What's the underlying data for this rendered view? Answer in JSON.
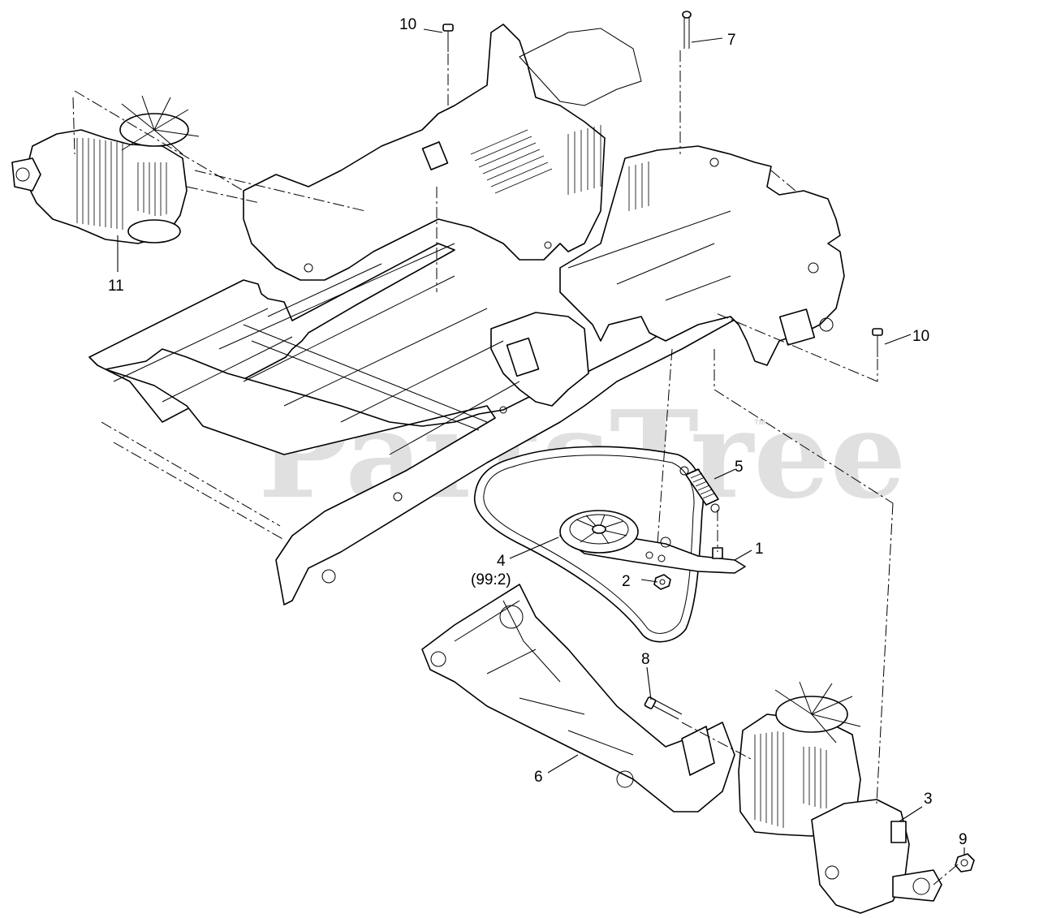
{
  "watermark": {
    "text": "PartsTree",
    "trademark": "™"
  },
  "callouts": {
    "c1": "1",
    "c2": "2",
    "c3": "3",
    "c4": "4",
    "c4_sub": "(99:2)",
    "c5": "5",
    "c6": "6",
    "c7": "7",
    "c8": "8",
    "c9": "9",
    "c10_top": "10",
    "c10_right": "10",
    "c11": "11"
  },
  "colors": {
    "line": "#000000",
    "background": "#ffffff",
    "watermark": "#d6d6d6"
  }
}
